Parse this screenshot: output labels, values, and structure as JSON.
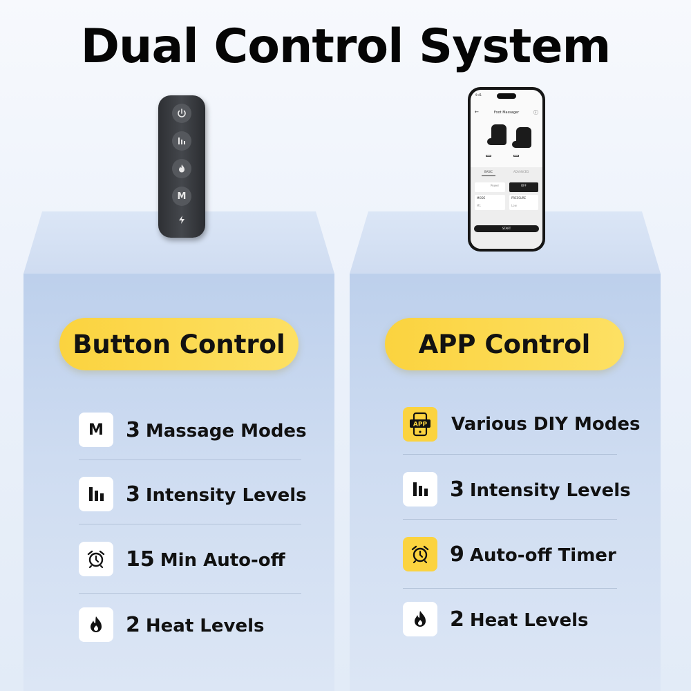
{
  "title": "Dual Control System",
  "left": {
    "label": "Button Control",
    "remote_buttons": [
      "power-icon",
      "intensity-icon",
      "flame-icon",
      "M",
      "bolt-icon"
    ],
    "features": [
      {
        "icon": "mode-m-icon",
        "num": "3",
        "text": "Massage Modes"
      },
      {
        "icon": "intensity-bars-icon",
        "num": "3",
        "text": "Intensity Levels"
      },
      {
        "icon": "alarm-clock-icon",
        "num": "15",
        "text": "Min Auto-off"
      },
      {
        "icon": "flame-icon",
        "num": "2",
        "text": "Heat Levels"
      }
    ]
  },
  "right": {
    "label": "APP Control",
    "phone": {
      "time": "9:41",
      "screen_title": "Foot Massager",
      "tab_basic": "BASIC",
      "tab_advanced": "ADVANCED",
      "heat_value": "Power",
      "switch_label": "OFF",
      "mode_label": "MODE",
      "mode_value": "M1",
      "pressure_label": "PRESSURE",
      "pressure_value": "Low",
      "start_label": "START"
    },
    "features": [
      {
        "icon": "app-icon",
        "icon_text": "APP",
        "num": "",
        "text": "Various DIY Modes",
        "yellow": true
      },
      {
        "icon": "intensity-bars-icon",
        "num": "3",
        "text": "Intensity Levels",
        "yellow": false
      },
      {
        "icon": "alarm-clock-icon",
        "num": "9",
        "text": "Auto-off Timer",
        "yellow": true
      },
      {
        "icon": "flame-icon",
        "num": "2",
        "text": "Heat Levels",
        "yellow": false
      }
    ]
  },
  "colors": {
    "pill": "#fbd33f",
    "column": "#c8d8f0",
    "remote": "#3a3c40"
  }
}
